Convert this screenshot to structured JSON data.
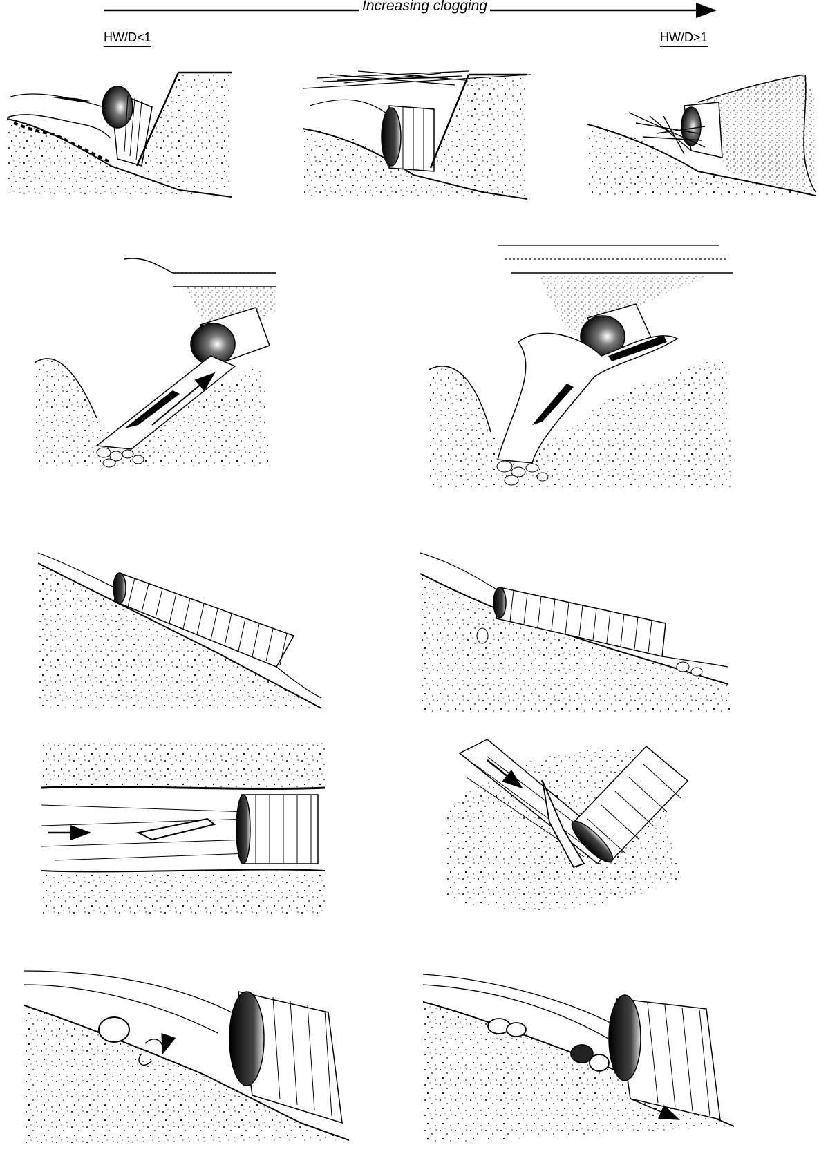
{
  "header": {
    "axis_title": "Increasing clogging",
    "left_label": "HW/D<1",
    "right_label": "HW/D>1"
  },
  "panels": [
    {
      "id": "row1-left",
      "depicts": "culvert-inlet-flowing-below-crown"
    },
    {
      "id": "row1-middle",
      "depicts": "debris-on-embankment-top"
    },
    {
      "id": "row1-right",
      "depicts": "debris-blocked-inlet"
    },
    {
      "id": "row2-left",
      "depicts": "culvert-in-ravine-flow-clear"
    },
    {
      "id": "row2-right",
      "depicts": "culvert-in-ravine-debris"
    },
    {
      "id": "row3-left",
      "depicts": "long-culvert-slope-clear"
    },
    {
      "id": "row3-right",
      "depicts": "long-culvert-slope-sediment"
    },
    {
      "id": "row4-left",
      "depicts": "plan-view-log-in-channel"
    },
    {
      "id": "row4-right",
      "depicts": "plan-view-log-at-skewed-inlet"
    },
    {
      "id": "row5-left",
      "depicts": "boulder-upstream-eddy"
    },
    {
      "id": "row5-right",
      "depicts": "boulders-lodged-at-inlet"
    }
  ]
}
